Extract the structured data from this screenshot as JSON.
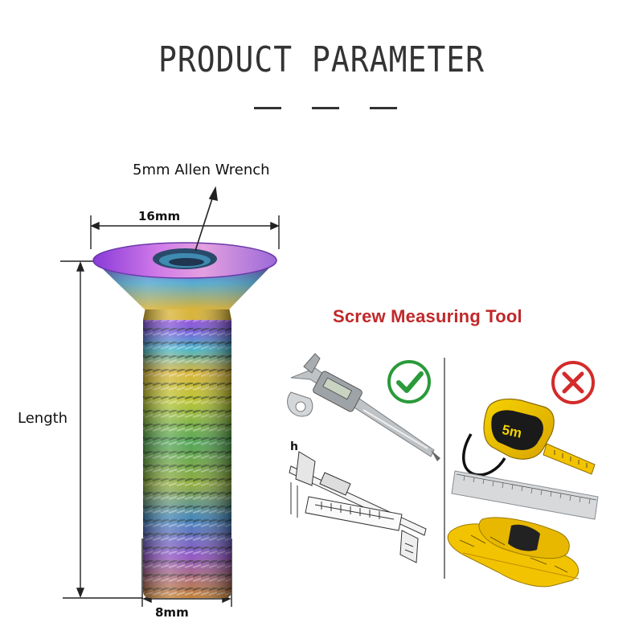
{
  "header": {
    "title": "PRODUCT PARAMETER"
  },
  "screw": {
    "wrench_label": "5mm Allen Wrench",
    "head_width_label": "16mm",
    "length_label": "Length",
    "thread_width_label": "8mm"
  },
  "measuring_tool": {
    "title": "Screw Measuring Tool",
    "correct": {
      "icon": "check-icon",
      "items": [
        "digital-caliper",
        "caliper-diagram"
      ]
    },
    "incorrect": {
      "icon": "cross-icon",
      "items": [
        "tape-measure",
        "ruler",
        "soft-measuring-tape"
      ]
    },
    "caliper_diagram_letter": "h",
    "tape_badge": "5m"
  },
  "colors": {
    "title_text": "#333333",
    "tool_title": "#c0282a",
    "check": "#2a9a3a",
    "cross": "#d42a2a",
    "tape_yellow": "#f2c300"
  }
}
